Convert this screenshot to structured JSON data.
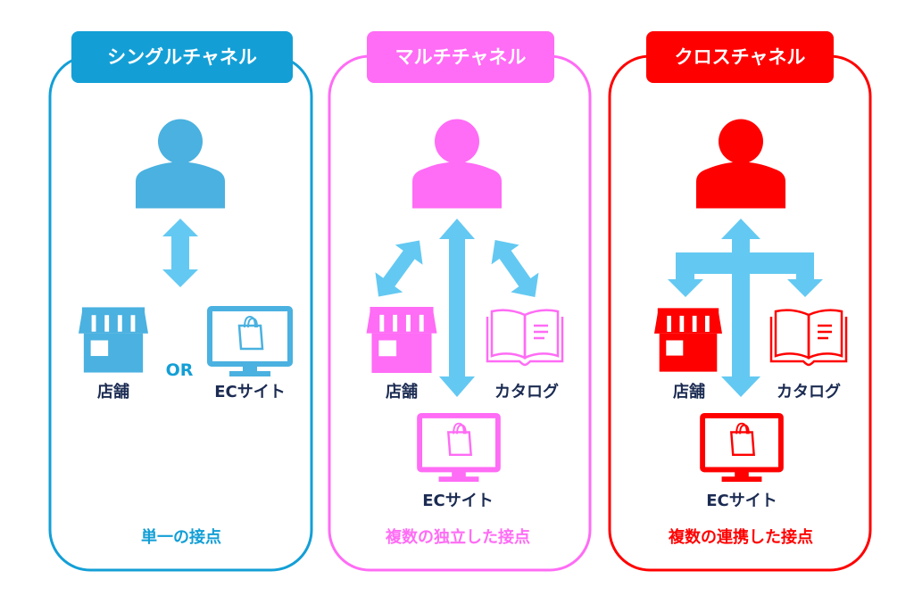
{
  "colors": {
    "single": "#139fd6",
    "multi": "#ff6cf5",
    "cross": "#ff0000",
    "arrow": "#63c9f2",
    "label": "#1b2b52",
    "single_icon": "#4ab1e0"
  },
  "panels": [
    {
      "title": "シングルチャネル",
      "store": "店舗",
      "or": "OR",
      "ec": "ECサイト",
      "summary": "単一の接点"
    },
    {
      "title": "マルチチャネル",
      "store": "店舗",
      "catalog": "カタログ",
      "ec": "ECサイト",
      "summary": "複数の独立した接点"
    },
    {
      "title": "クロスチャネル",
      "store": "店舗",
      "catalog": "カタログ",
      "ec": "ECサイト",
      "summary": "複数の連携した接点"
    }
  ]
}
